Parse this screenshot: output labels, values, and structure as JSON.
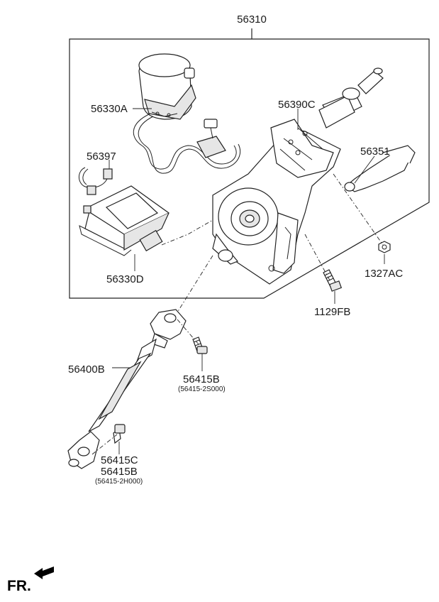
{
  "parts": {
    "p56310": "56310",
    "p56330A": "56330A",
    "p56390C": "56390C",
    "p56397": "56397",
    "p56351": "56351",
    "p56330D": "56330D",
    "p1327AC": "1327AC",
    "p1129FB": "1129FB",
    "p56400B": "56400B",
    "p56415B_upper": "56415B",
    "p56415B_upper_alt": "(56415-2S000)",
    "p56415C": "56415C",
    "p56415B_lower": "56415B",
    "p56415B_lower_alt": "(56415-2H000)"
  },
  "direction": {
    "label": "FR.",
    "arrow_icon": "front-direction-arrow-icon"
  },
  "colors": {
    "line": "#222222",
    "background": "#ffffff"
  }
}
